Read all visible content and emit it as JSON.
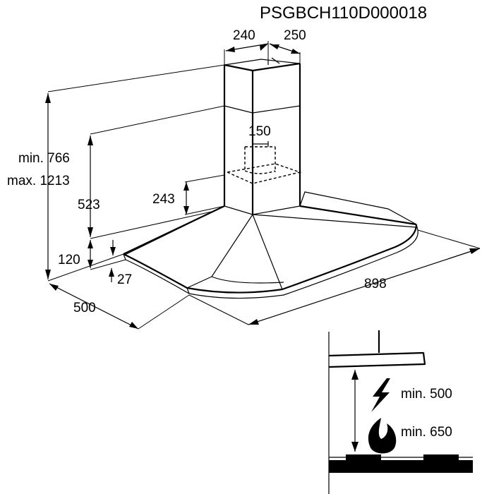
{
  "model_code": "PSGBCH110D000018",
  "dimensions": {
    "chimney_width": "240",
    "chimney_depth": "250",
    "duct_diameter": "150",
    "height_min": "min. 766",
    "height_max": "max. 1213",
    "chimney_lower": "523",
    "canopy_height": "243",
    "base_height": "120",
    "rim_height": "27",
    "depth": "500",
    "width": "898"
  },
  "installation": {
    "electric_clearance": "min. 500",
    "gas_clearance": "min. 650"
  },
  "icons": {
    "electric": "lightning-bolt-icon",
    "gas": "flame-icon"
  }
}
